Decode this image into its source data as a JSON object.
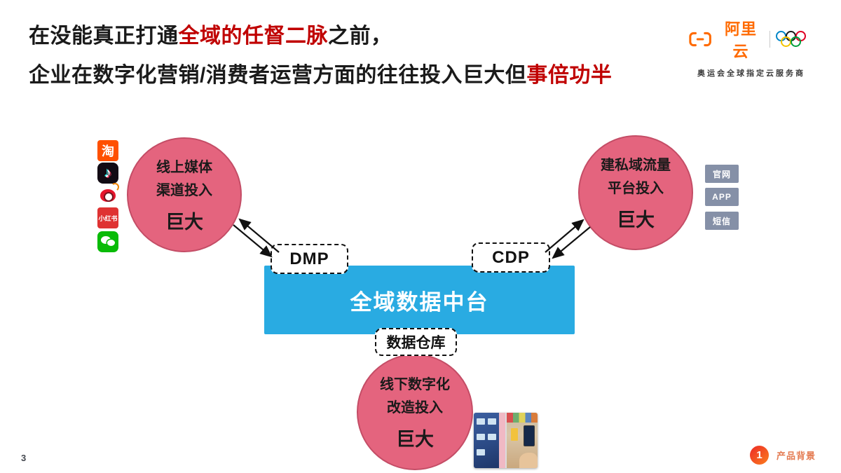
{
  "title": {
    "l1a": "在没能真正打通",
    "l1b": "全域的任督二脉",
    "l1c": "之前，",
    "l2a": "企业在数字化营销/消费者运营方面的往往投入巨大但",
    "l2b": "事倍功半"
  },
  "logo": {
    "brand": "阿里云",
    "tagline": "奥运会全球指定云服务商"
  },
  "diagram": {
    "left_circle": {
      "l1": "线上媒体",
      "l2": "渠道投入",
      "l3": "巨大"
    },
    "right_circle": {
      "l1": "建私域流量",
      "l2": "平台投入",
      "l3": "巨大"
    },
    "bottom_circle": {
      "l1": "线下数字化",
      "l2": "改造投入",
      "l3": "巨大"
    },
    "dmp_label": "DMP",
    "cdp_label": "CDP",
    "platform_label": "全域数据中台",
    "warehouse_label": "数据仓库",
    "channel_tags": [
      "官网",
      "APP",
      "短信"
    ],
    "icons": {
      "taobao_char": "淘",
      "douyin_glyph": "♪",
      "xiaohongshu_label": "小红书"
    }
  },
  "footer": {
    "page_number": "3",
    "badge_number": "1",
    "section_label": "产品背景"
  },
  "colors": {
    "accent_red": "#c00000",
    "platform_blue": "#29abe2",
    "circle_pink": "#e4647e",
    "circle_border": "#c44d66",
    "tag_slate": "#8590a7",
    "brand_orange": "#ff6a00"
  }
}
